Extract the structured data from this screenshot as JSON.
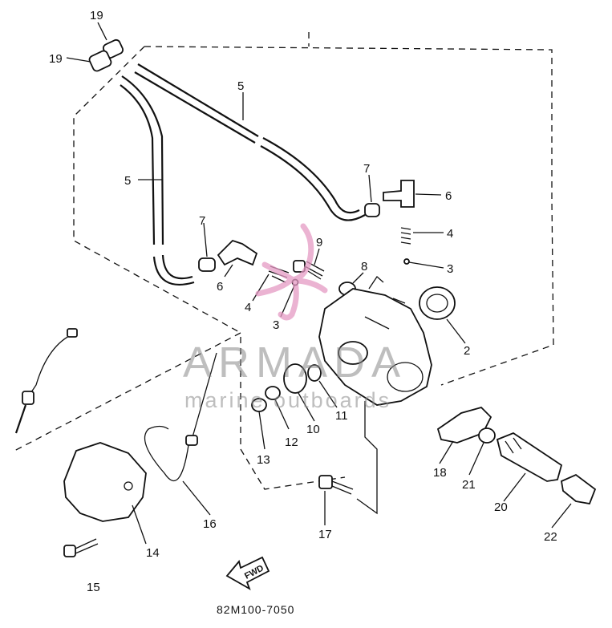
{
  "watermark": {
    "brand": "ARMADA",
    "tagline": "marine outboards",
    "logo_color": "#e59ac4"
  },
  "diagram_code": "82M100-7050",
  "fwd_label": "FWD",
  "callouts": [
    "19",
    "19",
    "5",
    "5",
    "7",
    "6",
    "4",
    "7",
    "9",
    "8",
    "3",
    "6",
    "4",
    "3",
    "2",
    "10",
    "11",
    "12",
    "13",
    "14",
    "15",
    "16",
    "17",
    "18",
    "21",
    "20",
    "22"
  ]
}
